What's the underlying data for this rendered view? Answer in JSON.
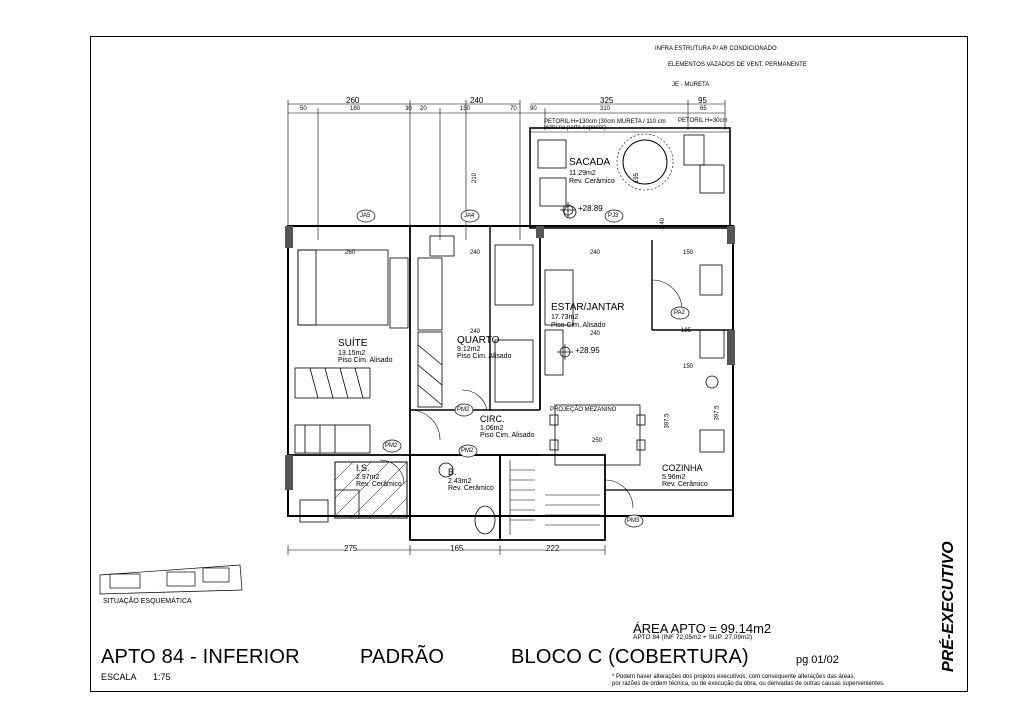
{
  "header": {
    "dims_top": [
      "260",
      "240",
      "325",
      "95",
      "50",
      "180",
      "30",
      "20",
      "150",
      "70",
      "90",
      "310",
      "65"
    ],
    "notes_top": [
      "INFRA ESTRUTURA P/ AR CONDICIONADO",
      "ELEMENTOS VAZADOS DE VENT. PERMANENTE",
      "JE - MURETA",
      "PETORIL H=130cm (30cm MURETA / 110 cm vidro na parte superior)",
      "PETORIL H=30cm"
    ]
  },
  "rooms": [
    {
      "name": "SACADA",
      "area": "11.29m2",
      "finish": "Rev. Cerâmico"
    },
    {
      "name": "ESTAR/JANTAR",
      "area": "17.73m2",
      "finish": "Piso Cim. Alisado"
    },
    {
      "name": "QUARTO",
      "area": "9.12m2",
      "finish": "Piso Cim. Alisado"
    },
    {
      "name": "SUÍTE",
      "area": "13.15m2",
      "finish": "Piso Cim. Alisado"
    },
    {
      "name": "CIRC.",
      "area": "1.06m2",
      "finish": "Piso Cim. Alisado"
    },
    {
      "name": "COZINHA",
      "area": "5.96m2",
      "finish": "Rev. Cerâmico"
    },
    {
      "name": "I.S.",
      "area": "2.97m2",
      "finish": "Rev. Cerâmico"
    },
    {
      "name": "B.",
      "area": "2.43m2",
      "finish": "Rev. Cerâmico"
    }
  ],
  "levels": [
    "+28.89",
    "+28.95"
  ],
  "tags": [
    "JA5",
    "JA4",
    "PJ3",
    "PA2",
    "PM2",
    "PM2",
    "PM2",
    "PM3"
  ],
  "dims_bottom": [
    "275",
    "165",
    "222"
  ],
  "dims_misc": [
    "260",
    "240",
    "240",
    "240",
    "240",
    "150",
    "150",
    "185",
    "250",
    "210",
    "195",
    "240",
    "397.5",
    "397.5"
  ],
  "projecao": "PROJEÇÃO MEZANINO",
  "situacao": {
    "label": "SITUAÇÃO ESQUEMÁTICA"
  },
  "footer": {
    "apto": "APTO 84 - INFERIOR",
    "padrao": "PADRÃO",
    "bloco": "BLOCO C (COBERTURA)",
    "page": "pg 01/02",
    "area_total": "ÁREA APTO = 99.14m2",
    "area_detail": "APTO 84  (INF 72,05m2 + SUP. 27,09m2)",
    "escala_label": "ESCALA",
    "escala_value": "1:75",
    "note_line1": "*  Podem haver alterações dos projetos executivos, com consequente alterações das áreas,",
    "note_line2": "por razões de ordem técnica, ou de execução da obra, ou derivadas de outras causas supervenientes.",
    "stamp": "PRÉ-EXECUTIVO"
  }
}
